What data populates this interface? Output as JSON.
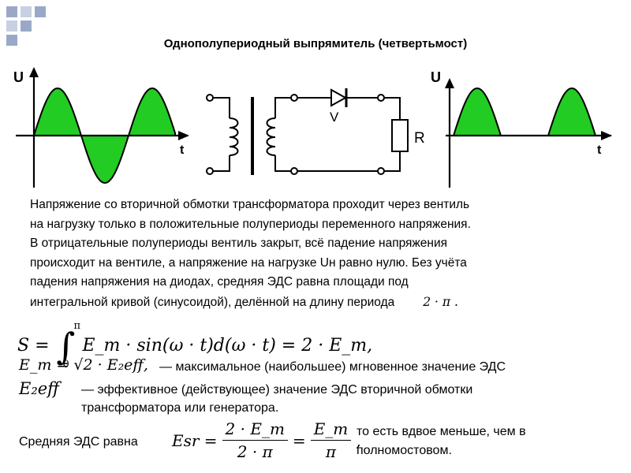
{
  "title": "Однополупериодный выпрямитель (четвертьмост)",
  "diagram": {
    "input_axis_u": "U",
    "input_axis_t": "t",
    "output_axis_u": "U",
    "output_axis_t": "t",
    "diode_label": "V",
    "resistor_label": "R"
  },
  "colors": {
    "wave_fill": "#22cc22",
    "accent_squares": "#9aa8c8"
  },
  "paragraph": {
    "lines": [
      "Напряжение со вторичной обмотки трансформатора проходит через вентиль",
      "на нагрузку только в положительные полупериоды переменного напряжения.",
      "В отрицательные полупериоды вентиль закрыт, всё падение напряжения",
      "происходит на вентиле, а напряжение на нагрузке Uн равно нулю. Без учёта",
      "падения напряжения на диодах, средняя ЭДС равна площади под",
      "интегральной кривой (синусоидой), делённой на длину периода"
    ],
    "period": "2 · π ."
  },
  "formula_integral": {
    "lhs": "S =",
    "upper": "π",
    "lower": "0",
    "body": "E_m · sin(ω · t)d(ω · t) = 2 · E_m,"
  },
  "formula_em": {
    "expr": "E_m = √2 · E₂eff,",
    "desc": "— максимальное (наибольшее) мгновенное значение ЭДС"
  },
  "formula_eeff": {
    "expr": "E₂eff",
    "desc_line1": "— эффективное (действующее) значение ЭДС вторичной обмотки",
    "desc_line2": "трансформатора или генератора."
  },
  "formula_esr": {
    "label": "Средняя ЭДС равна",
    "lhs": "Esr =",
    "num1": "2 · E_m",
    "den1": "2 · π",
    "eq": "=",
    "num2": "E_m",
    "den2": "π",
    "tail": ",",
    "note_line1": "то есть вдвое меньше, чем в",
    "note_line2": "полномостовом."
  }
}
